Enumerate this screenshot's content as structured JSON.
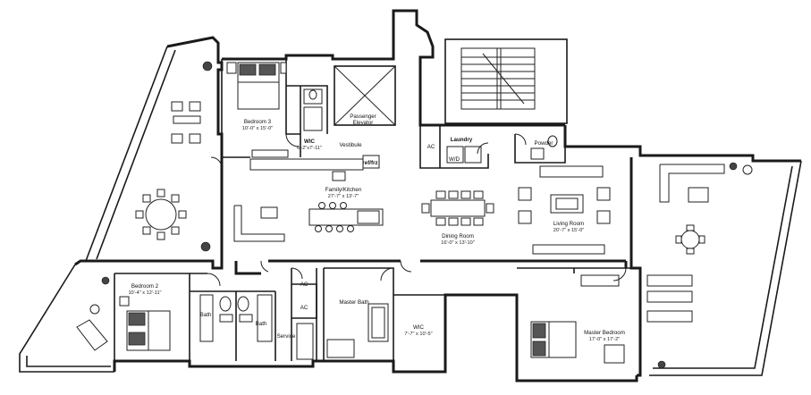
{
  "rooms": {
    "bedroom3": {
      "name": "Bedroom 3",
      "dims": "10'-0\" x 15'-0\""
    },
    "wic_top": {
      "name": "WIC",
      "dims": "6'-2\"x7'-11\""
    },
    "passenger_elevator": {
      "line1": "Passenger",
      "line2": "Elevator"
    },
    "vestibule": {
      "name": "Vestibule"
    },
    "laundry": {
      "name": "Laundry"
    },
    "powder": {
      "name": "Powder"
    },
    "ac_laundry": {
      "name": "AC"
    },
    "wd": {
      "name": "W/D"
    },
    "family_kitchen": {
      "name": "Family/Kitchen",
      "dims": "27'-7\" x 13'-7\""
    },
    "living_room": {
      "name": "Living Room",
      "dims": "20'-7\" x 15'-0\""
    },
    "dining_room": {
      "name": "Dining Room",
      "dims": "16'-0\" x 13'-10\""
    },
    "bedroom2": {
      "name": "Bedroom 2",
      "dims": "10'-4\" x 12'-11\""
    },
    "bath_left": {
      "name": "Bath"
    },
    "bath_right": {
      "name": "Bath"
    },
    "ac_service_top": {
      "name": "AC"
    },
    "ac_service_bottom": {
      "name": "AC"
    },
    "service": {
      "name": "Service"
    },
    "master_bath": {
      "name": "Master Bath"
    },
    "wic_master": {
      "name": "WIC",
      "dims": "7'-7\" x 10'-5\""
    },
    "master_bedroom": {
      "name": "Master Bedroom",
      "dims": "17'-0\" x 17'-2\""
    },
    "counter_label": {
      "name": "ref/frz"
    }
  }
}
